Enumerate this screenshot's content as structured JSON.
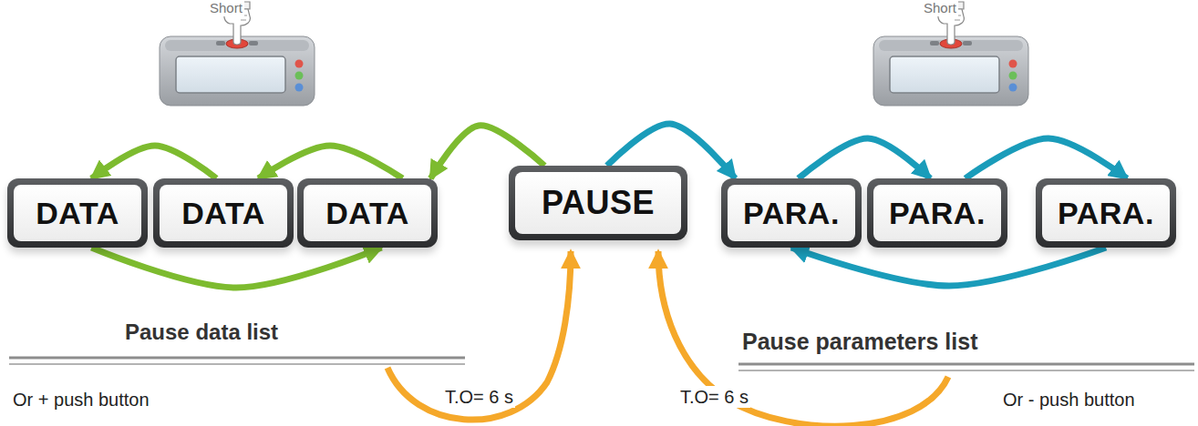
{
  "diagram": {
    "nodes": [
      {
        "text": [
          "DATA"
        ]
      },
      {
        "text": [
          "DATA"
        ]
      },
      {
        "text": [
          "DATA"
        ]
      },
      {
        "text": [
          "PAUSE"
        ]
      },
      {
        "text": [
          "PARA."
        ]
      },
      {
        "text": [
          "PARA."
        ]
      },
      {
        "text": [
          "PARA."
        ]
      }
    ],
    "edges": [
      {
        "from": 3,
        "to": 2,
        "arrow": "to"
      },
      {
        "from": 2,
        "to": 1,
        "arrow": "to"
      },
      {
        "from": 1,
        "to": 0,
        "arrow": "to"
      },
      {
        "from": 0,
        "to": 2,
        "arrow": "to"
      },
      {
        "from": 3,
        "to": 4,
        "arrow": "to"
      },
      {
        "from": 4,
        "to": 5,
        "arrow": "to"
      },
      {
        "from": 5,
        "to": 6,
        "arrow": "to"
      },
      {
        "from": 6,
        "to": 4,
        "arrow": "to"
      }
    ],
    "labels": [
      "Short",
      "Short",
      "Pause data list",
      "Pause parameters list",
      "Or + push button",
      "T.O= 6 s",
      "T.O= 6 s",
      "Or - push button"
    ]
  }
}
